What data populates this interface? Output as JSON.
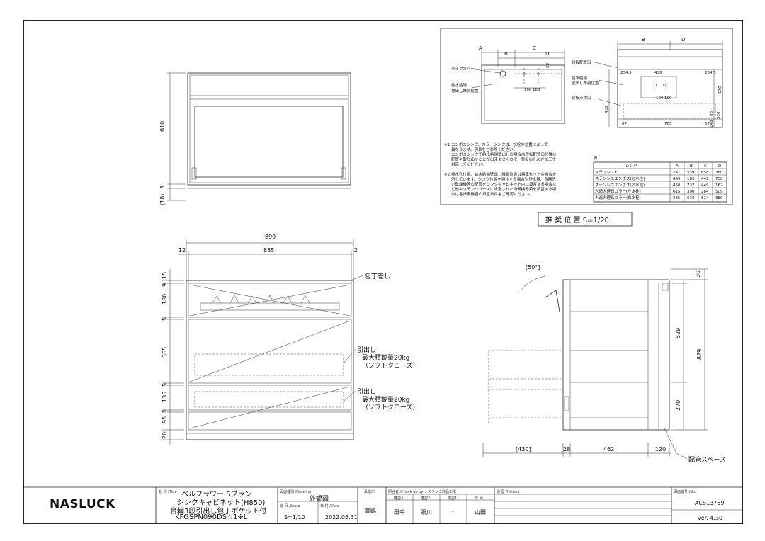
{
  "company": {
    "logo_text": "NASLUCK"
  },
  "title_block": {
    "title_label": "名 称 /Title",
    "title_line1": "ベルフラワー Sプラン",
    "title_line2": "シンクキャビネット(H850)",
    "title_line3": "台輪3段引出し包丁ポケット付",
    "title_line4": "KFGSPN090DS☆1※L",
    "drawing_type_label": "図面種別 /Drawing",
    "drawing_type": "外観図",
    "scale_label": "縮 尺 /Scale",
    "scale": "S=1/10",
    "date_label": "日 付 /Date",
    "date": "2022.05.31",
    "approve_label": "承認印",
    "approver": "高嶋",
    "check_label": "照合者 /Check up by ナスラック商品工場",
    "check_cols": [
      "確認3",
      "確認2",
      "確認1",
      "作 図"
    ],
    "check_vals": [
      "田中",
      "眼川",
      "-",
      "山田"
    ],
    "history_label": "履 歴 /History",
    "number_label": "図面番号 /No.",
    "drawing_no": "ACS13769",
    "version": "ver. 4.30"
  },
  "top_view": {
    "dim_610": "610",
    "dim_3": "3",
    "dim_18": "(18)"
  },
  "front_view": {
    "width_total": "899",
    "left_gap": "12",
    "inner_width": "885",
    "right_gap": "2",
    "heights": [
      "15",
      "9",
      "180",
      "5",
      "365",
      "5",
      "135",
      "5",
      "95",
      "20"
    ],
    "knife_label": "包丁差し",
    "drawer_label": "引出し",
    "drawer_load": "最大積載量20kg",
    "drawer_note": "（ソフトクローズ）"
  },
  "side_view": {
    "angle": "[50°]",
    "dims_bottom": [
      "[430]",
      "28",
      "462",
      "120"
    ],
    "dims_right": [
      "30",
      "529",
      "829",
      "270"
    ],
    "pipe_space": "配管スペース"
  },
  "recommend": {
    "caption": "推 奨 位 置 S=1/20",
    "pipe_cover": "パイプカバー",
    "water_supply": "給水給湯",
    "water_supply2": "排出し推奨位置",
    "water_supply_r1": "給水給湯",
    "water_supply_r2": "壁出し推奨位置",
    "back_pipe": "背板配管口",
    "back_access": "背板点検口",
    "dims": [
      "A",
      "B",
      "C",
      "D",
      "60",
      "100",
      "100",
      "234.5",
      "430",
      "234.5",
      "170",
      "450",
      "88",
      "350",
      "148",
      "67",
      "765",
      "67",
      "100",
      "100"
    ],
    "note1_lines": [
      "※1.エンボスシンク、カラーシンクは、水栓の位置によって",
      "異なります。別表をご参照ください。",
      "エンボスシンクで給水給湯壁出しの場合は背板配管口位置に",
      "配管を取り出すことが出来ませんので、背板の孔あけ加工で",
      "対応してください。"
    ],
    "note2_lines": [
      "※2.排水孔位置、給水給湯壁出し推奨位置は標準セットの場合を",
      "示しています。シンク位置を特注する場合や浄水器、食器洗",
      "い乾燥機等の配管をシンクキャビネット内に設置する場合な",
      "ど他キッチンシリーズに設定された設備機器類を設置する場",
      "合は各設備機器の設置条件をご確認ください。"
    ],
    "table_title": "表",
    "table_header": [
      "シンク",
      "A",
      "B",
      "C",
      "D"
    ],
    "table_rows": [
      [
        "ステンレスE",
        "241",
        "539",
        "658",
        "360"
      ],
      [
        "ステンレスエンボス(左水栓)",
        "450",
        "183",
        "449",
        "738"
      ],
      [
        "ステンレスエンボス(右水栓)",
        "450",
        "737",
        "449",
        "162"
      ],
      [
        "人造大理石カラー(左水栓)",
        "615",
        "390",
        "284",
        "509"
      ],
      [
        "人造大理石カラー(右水栓)",
        "285",
        "610",
        "614",
        "389"
      ]
    ]
  }
}
